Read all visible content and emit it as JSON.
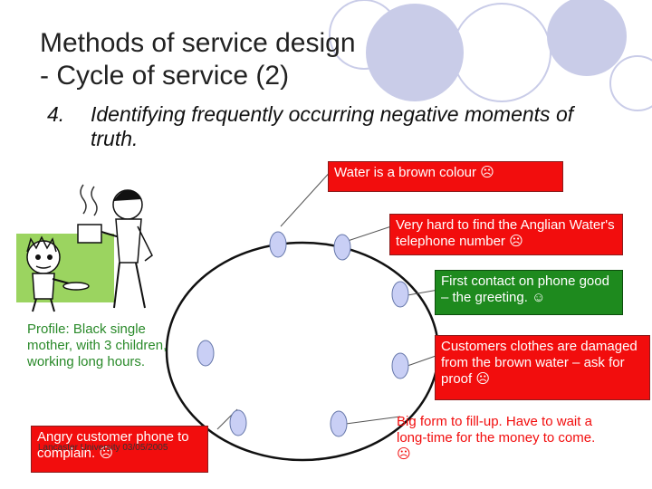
{
  "slide": {
    "title_line1": "Methods of service design",
    "title_line2": "- Cycle of service (2)",
    "point_number": "4.",
    "point_text": "Identifying frequently occurring negative moments of truth.",
    "profile": "Profile: Black single mother, with 3 children, working long hours.",
    "footer": "Lancaster University 03/05/2005",
    "moments": [
      {
        "text": "Water is a brown colour ☹",
        "sentiment": "negative"
      },
      {
        "text": "Very hard to find the Anglian Water's telephone number ☹",
        "sentiment": "negative"
      },
      {
        "text": "First contact on phone good – the greeting. ☺",
        "sentiment": "positive"
      },
      {
        "text": "Customers clothes are damaged from the brown water – ask for proof ☹",
        "sentiment": "negative"
      },
      {
        "text": "Big form to fill-up.  Have to wait a long-time for the money to come. ☹",
        "sentiment": "negative"
      },
      {
        "text": "Angry customer phone to complain. ☹",
        "sentiment": "negative"
      }
    ]
  },
  "colors": {
    "negative": "#f20d0d",
    "positive": "#1e8a1e",
    "profile_text": "#2a8a2a",
    "node": "#c9cff5",
    "deco_circle": "#c9cce8"
  }
}
